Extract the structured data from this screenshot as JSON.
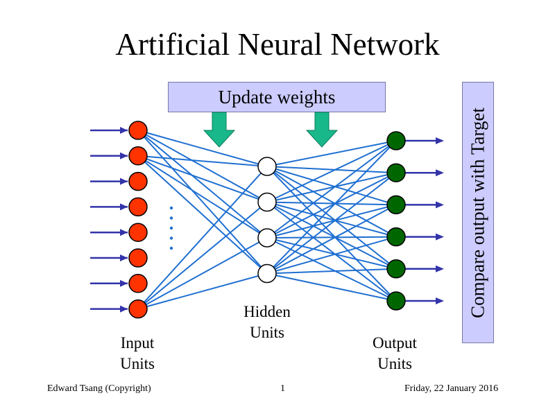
{
  "slide": {
    "title": "Artificial Neural Network"
  },
  "diagram": {
    "update_label": "Update weights",
    "compare_label": "Compare output  with Target",
    "input_label_line1": "Input",
    "input_label_line2": "Units",
    "hidden_label_line1": "Hidden",
    "hidden_label_line2": "Units",
    "output_label_line1": "Output",
    "output_label_line2": "Units",
    "input_count": 8,
    "hidden_count": 4,
    "output_count": 6,
    "colors": {
      "input_node": "#ff3300",
      "hidden_node": "#ffffff",
      "output_node": "#006600",
      "connection": "#1f6fd1",
      "arrow": "#3333aa",
      "update_arrow": "#19b88a",
      "box_fill": "#ccccff"
    }
  },
  "footer": {
    "author": "Edward Tsang (Copyright)",
    "page": "1",
    "date": "Friday, 22 January 2016"
  }
}
